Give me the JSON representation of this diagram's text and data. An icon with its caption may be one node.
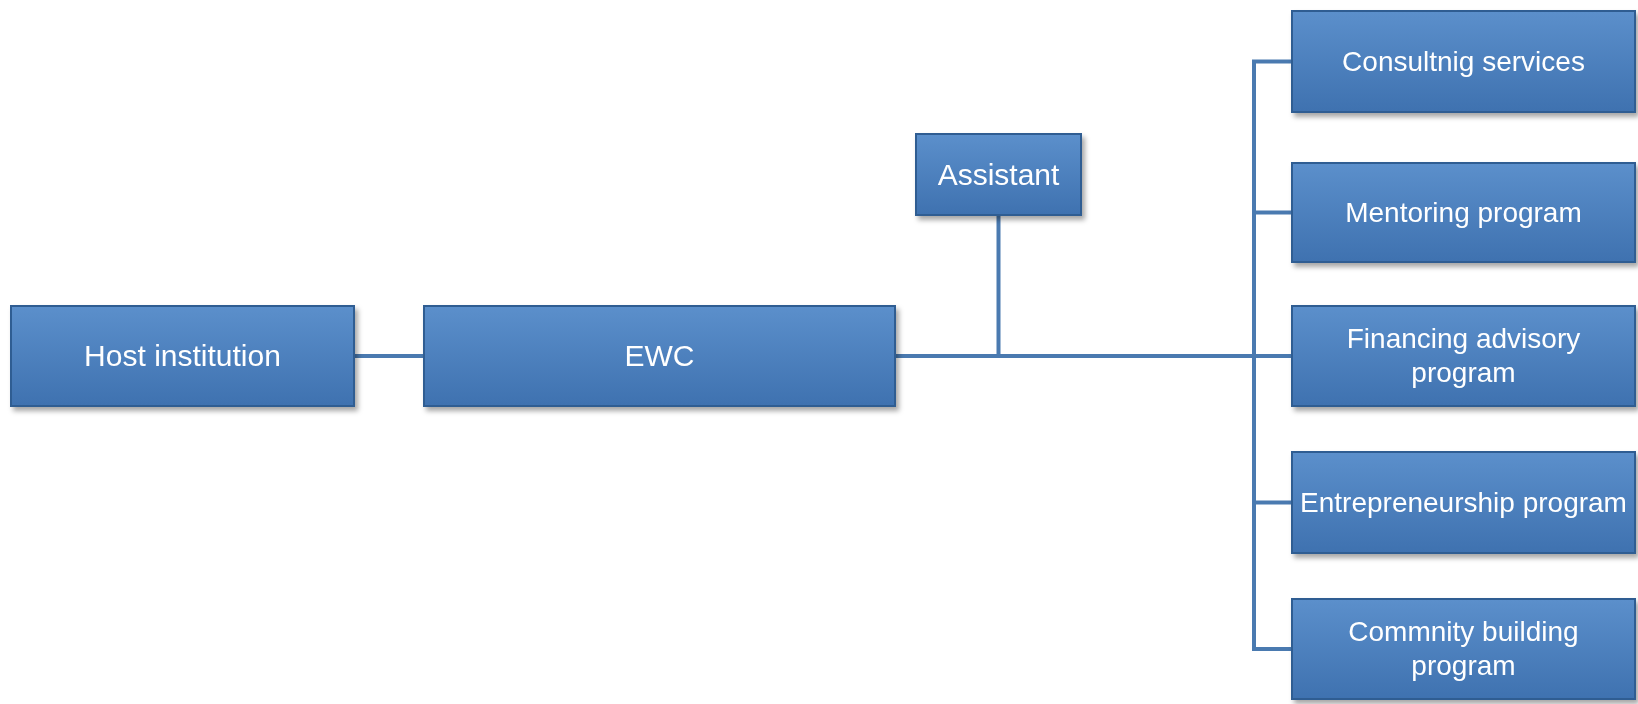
{
  "diagram": {
    "nodes": [
      {
        "text": [
          "Host institution"
        ]
      },
      {
        "text": [
          "EWC"
        ]
      },
      {
        "text": [
          "Assistant"
        ]
      },
      {
        "text": [
          "Consultnig services"
        ]
      },
      {
        "text": [
          "Mentoring program"
        ]
      },
      {
        "text": [
          "Financing advisory program"
        ]
      },
      {
        "text": [
          "Entrepreneurship program"
        ]
      },
      {
        "text": [
          "Commnity building program"
        ]
      }
    ],
    "edges": [
      {
        "from": 0,
        "to": 1,
        "arrow": "none"
      },
      {
        "from": 1,
        "to": 2,
        "arrow": "none"
      },
      {
        "from": 1,
        "to": 3,
        "arrow": "none"
      },
      {
        "from": 1,
        "to": 4,
        "arrow": "none"
      },
      {
        "from": 1,
        "to": 5,
        "arrow": "none"
      },
      {
        "from": 1,
        "to": 6,
        "arrow": "none"
      },
      {
        "from": 1,
        "to": 7,
        "arrow": "none"
      }
    ]
  }
}
